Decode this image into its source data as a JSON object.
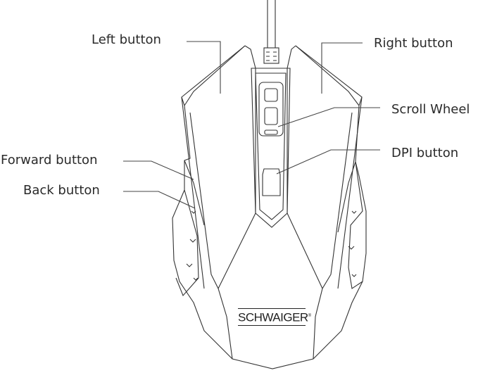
{
  "labels": {
    "left_button": "Left button",
    "right_button": "Right button",
    "scroll_wheel": "Scroll Wheel",
    "dpi_button": "DPI button",
    "forward_button": "Forward button",
    "back_button": "Back button"
  },
  "brand": {
    "name": "SCHWAIGER",
    "mark": "®"
  }
}
